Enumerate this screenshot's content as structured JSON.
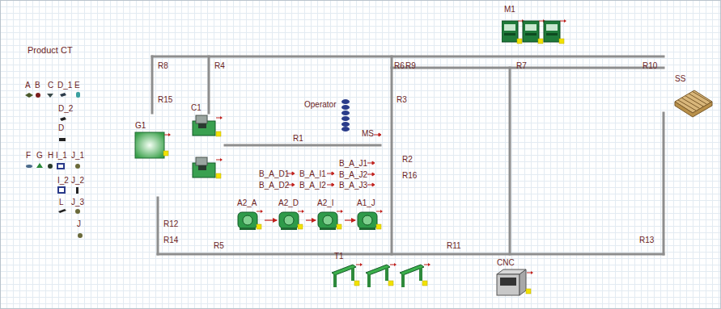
{
  "diagram": {
    "nodes": [
      {
        "text": [
          "M1"
        ]
      },
      {
        "text": [
          "SS"
        ]
      },
      {
        "text": [
          "C1"
        ]
      },
      {
        "text": [
          "G1"
        ]
      },
      {
        "text": [
          "A2_A"
        ]
      },
      {
        "text": [
          "A2_D"
        ]
      },
      {
        "text": [
          "A2_I"
        ]
      },
      {
        "text": [
          "A1_J"
        ]
      },
      {
        "text": [
          "T1"
        ]
      },
      {
        "text": [
          "CNC"
        ]
      }
    ],
    "edges": [
      {
        "from": 4,
        "to": 5,
        "arrow": "to"
      },
      {
        "from": 5,
        "to": 6,
        "arrow": "to"
      },
      {
        "from": 6,
        "to": 7,
        "arrow": "to"
      }
    ],
    "labels": [
      "Product CT",
      "A",
      "B",
      "C",
      "D_1",
      "E",
      "D_2",
      "D",
      "F",
      "G",
      "H",
      "I_1",
      "J_1",
      "I_2",
      "J_2",
      "L",
      "J_3",
      "J",
      "R8",
      "R4",
      "R6",
      "R9",
      "R7",
      "R10",
      "R15",
      "Operator",
      "R3",
      "MS",
      "R1",
      "R2",
      "R16",
      "B_A_D1",
      "B_A_I1",
      "B_A_J1",
      "B_A_J2",
      "B_A_D2",
      "B_A_I2",
      "B_A_J3",
      "R12",
      "R14",
      "R5",
      "R11",
      "R13"
    ]
  }
}
